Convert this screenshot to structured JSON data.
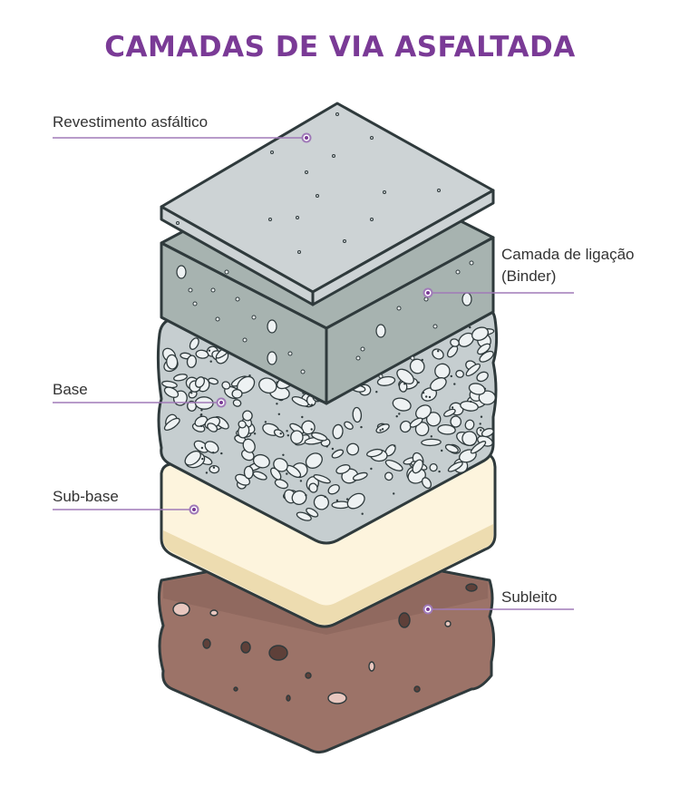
{
  "title": "CAMADAS DE VIA ASFALTADA",
  "colors": {
    "title": "#7a3a96",
    "leader": "#a07ab8",
    "revestimento": "#cdd3d5",
    "binder": "#a7b3b0",
    "base": "#c6ced0",
    "subbase": "#fdf4dd",
    "subleito": "#9c7368",
    "outline": "#2f3a3c"
  },
  "labels": {
    "revestimento": "Revestimento asfáltico",
    "binder_line1": "Camada de ligação",
    "binder_line2": "(Binder)",
    "base": "Base",
    "subbase": "Sub-base",
    "subleito": "Subleito"
  }
}
